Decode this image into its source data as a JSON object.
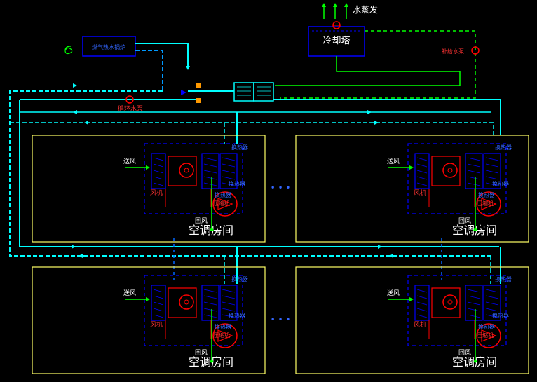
{
  "labels": {
    "evaporation": "水蒸发",
    "cooling_tower": "冷却塔",
    "boiler": "燃气热水锅炉",
    "supply_pump": "补给水泵",
    "circ_pump": "循环水泵",
    "room": "空调房间",
    "supply_air": "送风",
    "return_air": "回风",
    "fan": "风机",
    "heat_exchanger": "换热器",
    "compressor": "压缩机",
    "ellipsis": "• • •"
  },
  "units": [
    {
      "id": "u1"
    },
    {
      "id": "u2"
    },
    {
      "id": "u3"
    },
    {
      "id": "u4"
    }
  ],
  "colors": {
    "cyan": "#00ffff",
    "green": "#00ff00",
    "blue": "#0000ff",
    "red": "#ff0000",
    "yellow": "#ffff66",
    "lime": "#33ff33"
  }
}
